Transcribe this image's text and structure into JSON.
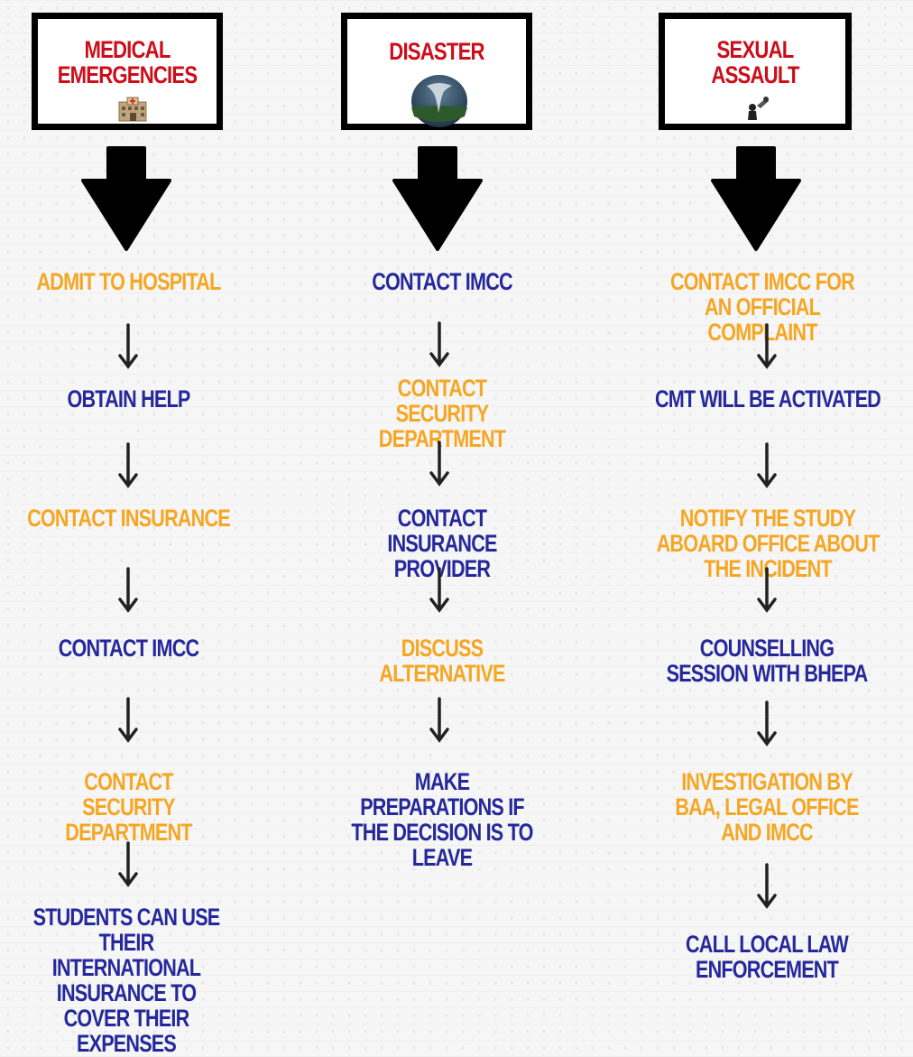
{
  "columns": [
    {
      "title": "MEDICAL EMERGENCIES",
      "icon": "hospital-icon",
      "steps": [
        {
          "text": "ADMIT TO HOSPITAL",
          "color": "orange"
        },
        {
          "text": "OBTAIN HELP",
          "color": "blue"
        },
        {
          "text": "CONTACT INSURANCE",
          "color": "orange"
        },
        {
          "text": "CONTACT IMCC",
          "color": "blue"
        },
        {
          "text": "CONTACT SECURITY DEPARTMENT",
          "color": "orange"
        },
        {
          "text": "STUDENTS CAN USE THEIR INTERNATIONAL INSURANCE TO COVER THEIR EXPENSES",
          "color": "blue"
        }
      ]
    },
    {
      "title": "DISASTER",
      "icon": "tornado-icon",
      "steps": [
        {
          "text": "CONTACT IMCC",
          "color": "blue"
        },
        {
          "text": "CONTACT SECURITY DEPARTMENT",
          "color": "orange"
        },
        {
          "text": "CONTACT INSURANCE PROVIDER",
          "color": "blue"
        },
        {
          "text": "DISCUSS ALTERNATIVE",
          "color": "orange"
        },
        {
          "text": "MAKE PREPARATIONS IF THE DECISION IS TO LEAVE",
          "color": "blue"
        }
      ]
    },
    {
      "title": "SEXUAL ASSAULT",
      "icon": "assault-icon",
      "steps": [
        {
          "text": "CONTACT IMCC FOR AN OFFICIAL COMPLAINT",
          "color": "orange"
        },
        {
          "text": "CMT WILL BE ACTIVATED",
          "color": "blue"
        },
        {
          "text": "NOTIFY THE STUDY ABOARD OFFICE ABOUT THE INCIDENT",
          "color": "orange"
        },
        {
          "text": "COUNSELLING SESSION WITH BHEPA",
          "color": "blue"
        },
        {
          "text": "INVESTIGATION BY BAA, LEGAL OFFICE AND IMCC",
          "color": "orange"
        },
        {
          "text": "CALL LOCAL LAW ENFORCEMENT",
          "color": "blue"
        }
      ]
    }
  ],
  "colors": {
    "title": "#cc0e1a",
    "orange": "#f5a623",
    "blue": "#24289a"
  }
}
